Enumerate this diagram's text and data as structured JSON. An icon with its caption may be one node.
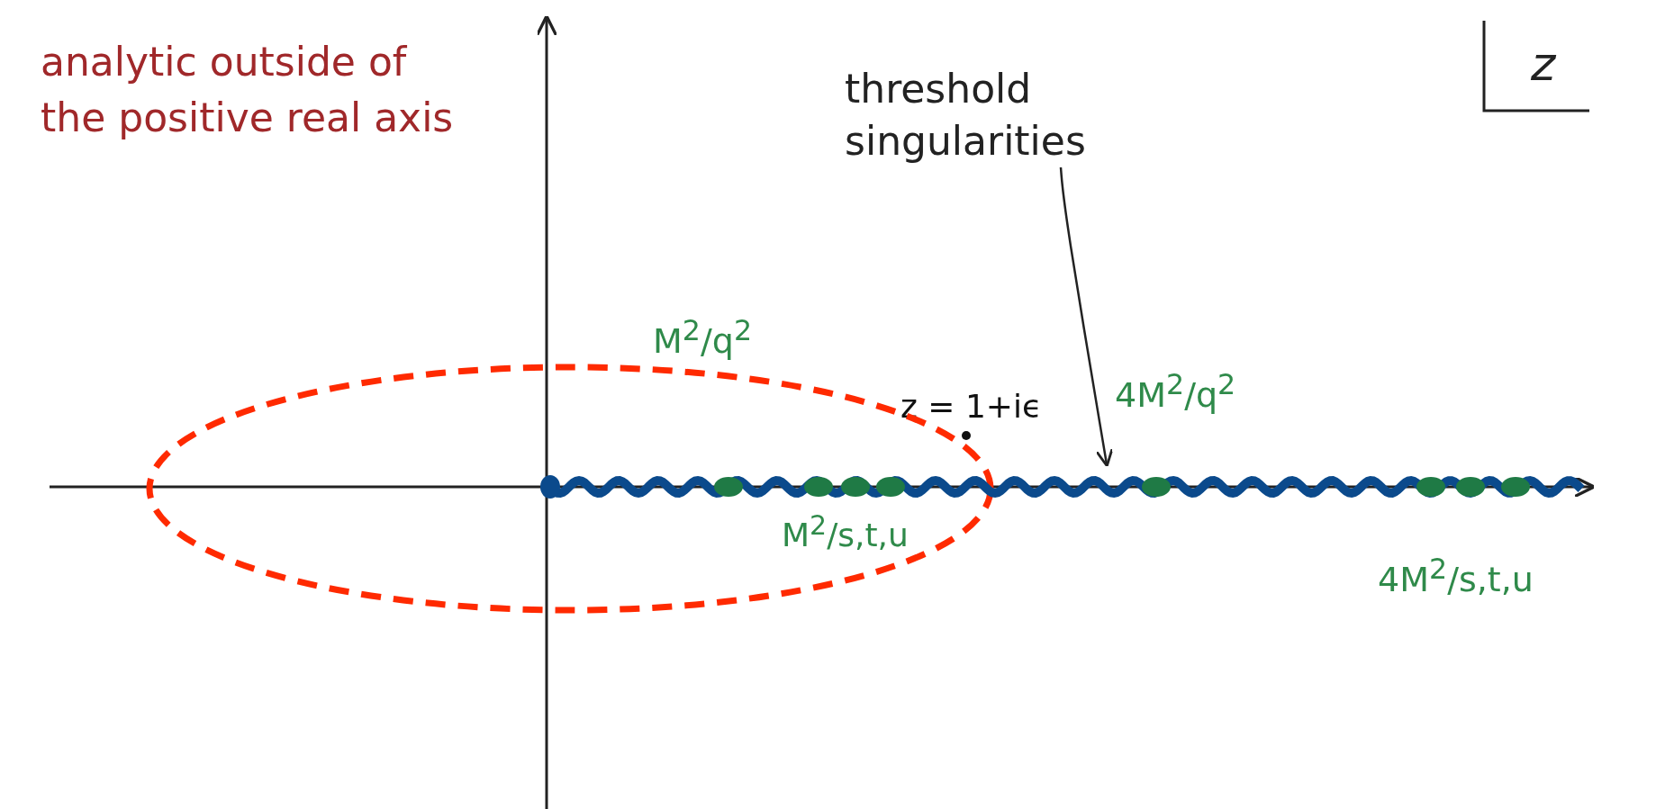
{
  "diagram": {
    "nodes": [
      {
        "text": [
          "threshold singularities"
        ]
      },
      {
        "text": [],
        "shape": "line"
      }
    ],
    "edges": [
      {
        "from": 0,
        "to": 1,
        "arrow": "to"
      }
    ],
    "labels": [
      "analytic outside of the positive real axis",
      "z",
      "M$^{2}$/q$^{2}$",
      "z = 1+iϵ",
      "4M$^{2}$/q$^{2}$",
      "M$^{2}$/s,t,u",
      "4M$^{2}$/s,t,u"
    ]
  }
}
